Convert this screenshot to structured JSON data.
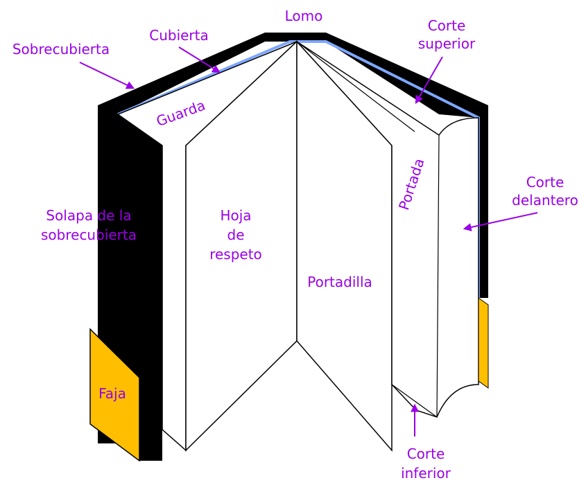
{
  "labels": {
    "lomo": "Lomo",
    "cubierta": "Cubierta",
    "sobrecubierta": "Sobrecubierta",
    "corte_superior_1": "Corte",
    "corte_superior_2": "superior",
    "guarda": "Guarda",
    "portada": "Portada",
    "corte_delantero_1": "Corte",
    "corte_delantero_2": "delantero",
    "solapa_1": "Solapa de la",
    "solapa_2": "sobrecubierta",
    "hoja_1": "Hoja",
    "hoja_2": "de",
    "hoja_3": "respeto",
    "portadilla": "Portadilla",
    "faja": "Faja",
    "corte_inferior_1": "Corte",
    "corte_inferior_2": "inferior"
  },
  "colors": {
    "label": "#9a00e6",
    "jacket": "#000000",
    "cover": "#7ea7ff",
    "band": "#ffbf00",
    "page": "#ffffff"
  }
}
